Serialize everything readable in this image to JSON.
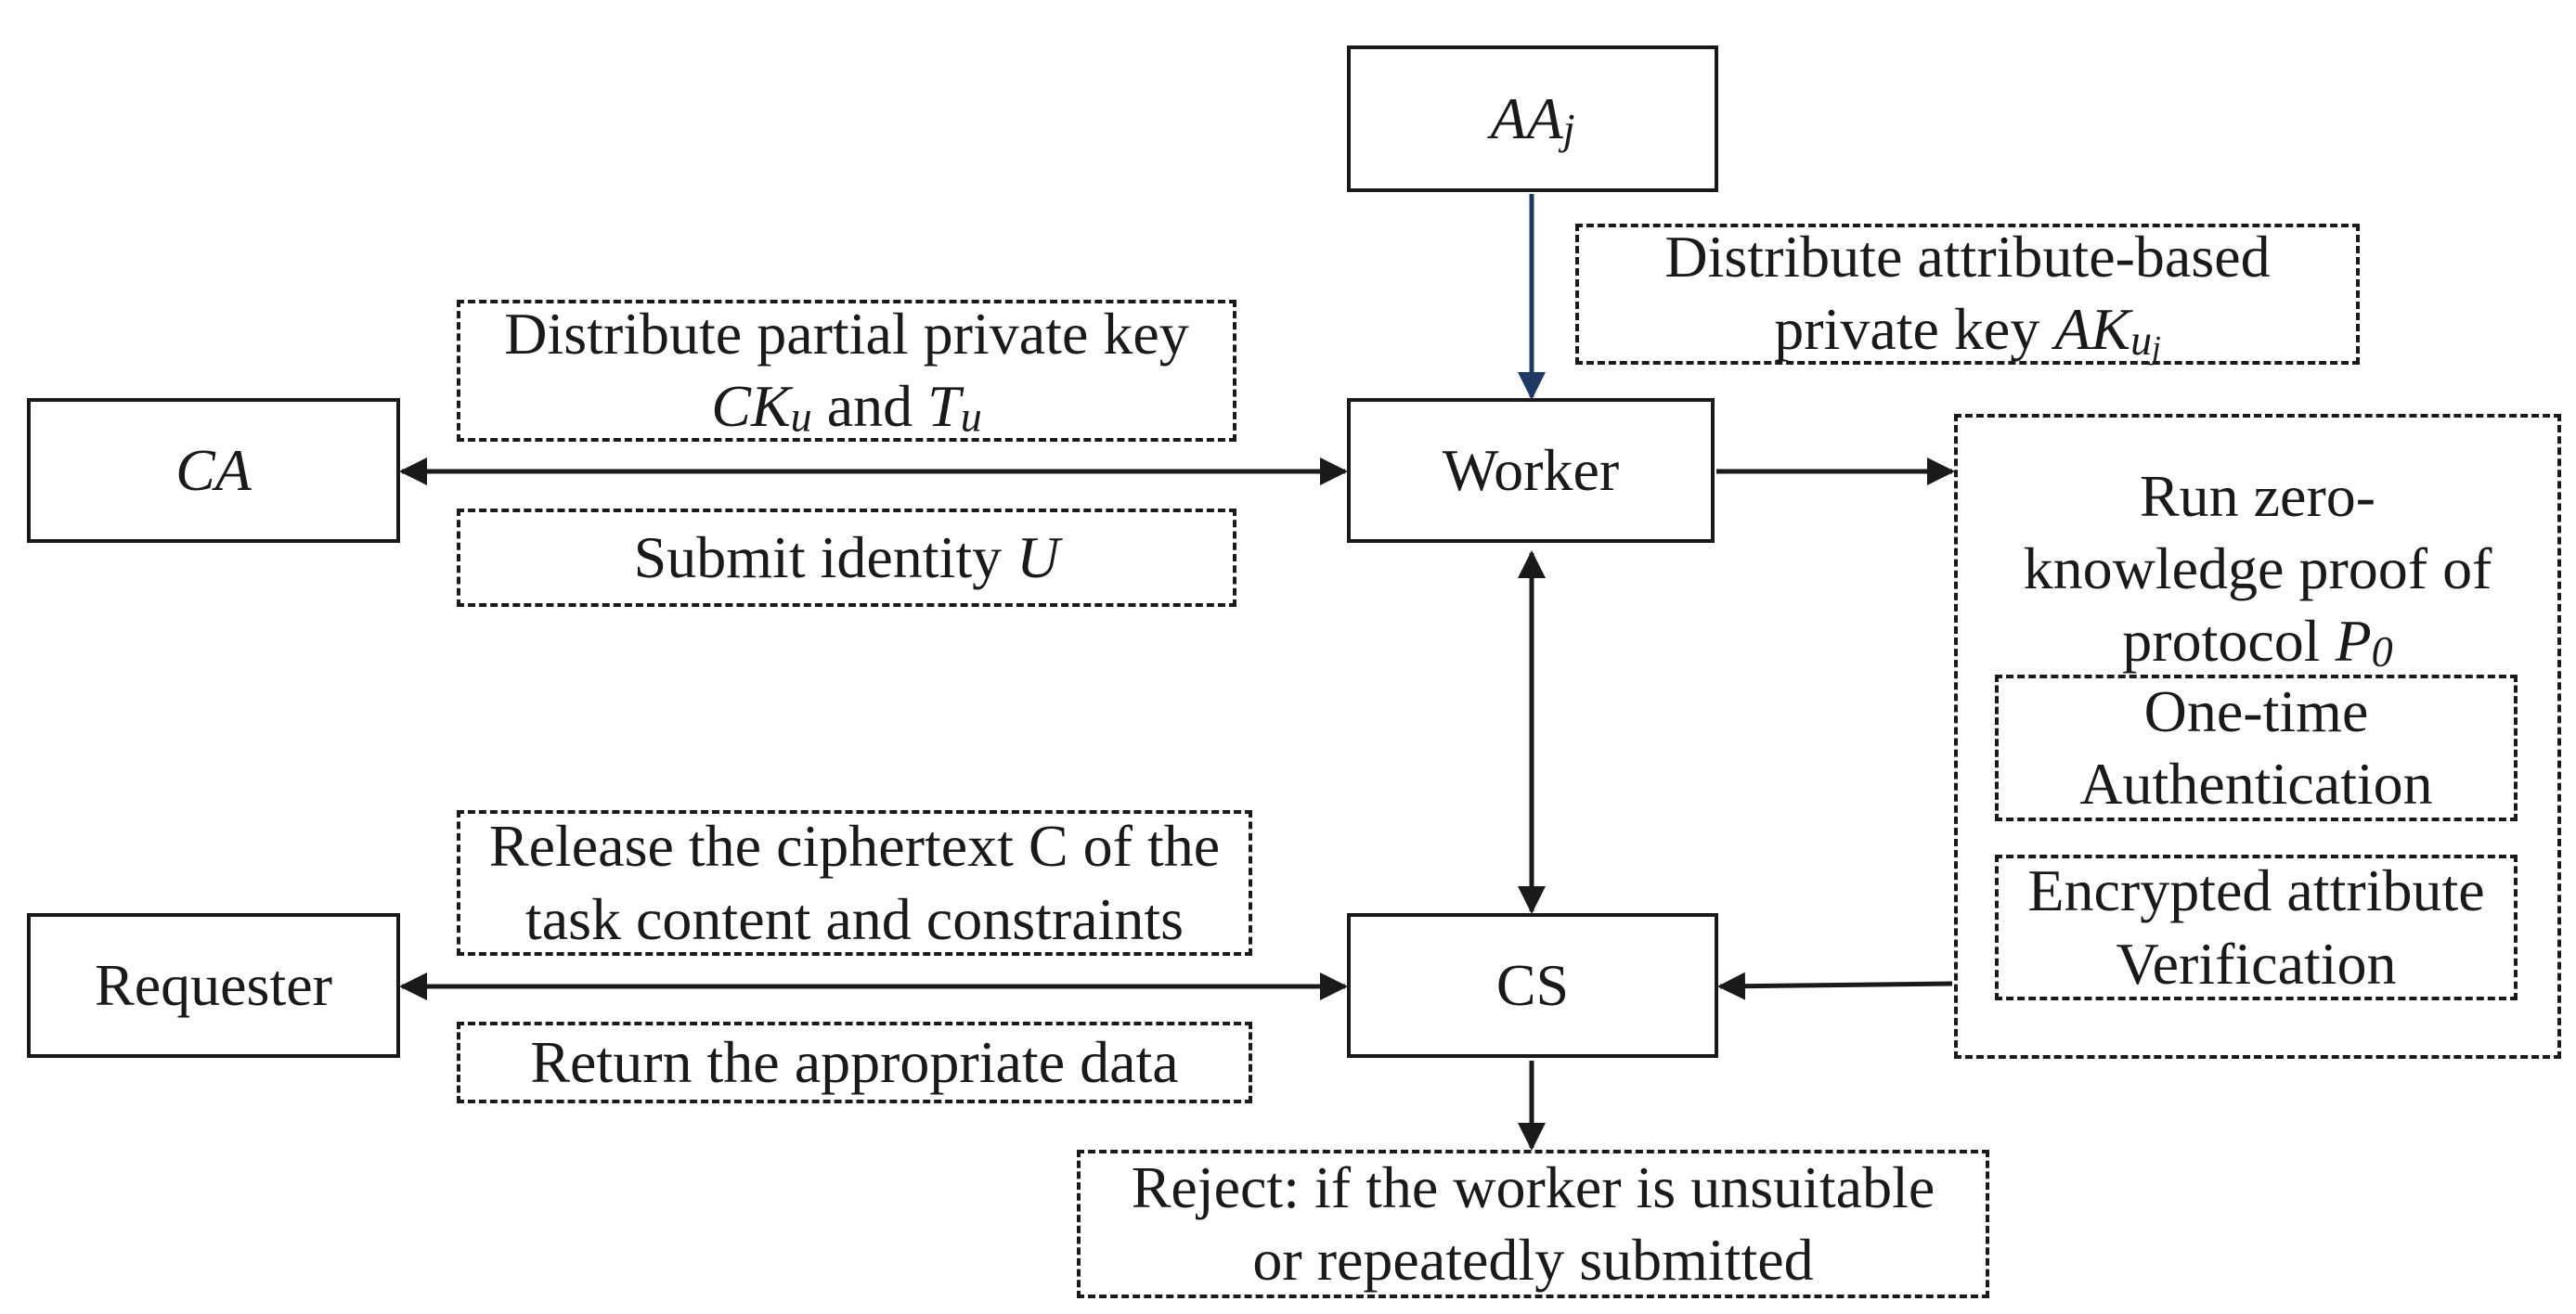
{
  "nodes": {
    "aa": {
      "main": "AA",
      "sub": "j"
    },
    "ca": "CA",
    "worker": "Worker",
    "requester": "Requester",
    "cs": "CS"
  },
  "notes": {
    "partial_key": {
      "line1": "Distribute partial private key",
      "ck": "CK",
      "ck_sub": "u",
      "and": " and ",
      "t": "T",
      "t_sub": "u"
    },
    "submit_identity": {
      "text": "Submit identity ",
      "u": "U"
    },
    "attr_key": {
      "line1": "Distribute attribute-based",
      "line2": "private key ",
      "ak": "AK",
      "ak_sub": "u",
      "ak_subsub": "j"
    },
    "release": {
      "line1": "Release the ciphertext C of the",
      "line2": "task content and constraints"
    },
    "return_data": "Return the appropriate data",
    "reject": {
      "line1": "Reject: if the worker is unsuitable",
      "line2": "or repeatedly submitted"
    },
    "zkp": {
      "line1": "Run zero-",
      "line2": "knowledge proof of",
      "line3": "protocol ",
      "p": "P",
      "p_sub": "0"
    },
    "one_time": {
      "line1": "One-time",
      "line2": "Authentication"
    },
    "encrypted": {
      "line1": "Encrypted attribute",
      "line2": "Verification"
    }
  },
  "colors": {
    "line": "#1a1a1a",
    "aa_arrow": "#1f3864"
  }
}
